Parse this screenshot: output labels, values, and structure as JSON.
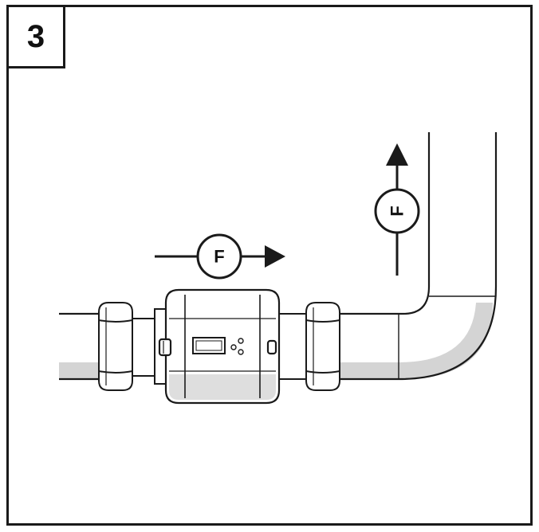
{
  "step": {
    "number": "3"
  },
  "flow": {
    "horizontal_label": "F",
    "vertical_label": "F"
  },
  "colors": {
    "line": "#1a1a1a",
    "pipe_shade": "#d4d4d4",
    "background": "#ffffff"
  },
  "icons": [
    "flow-arrow-right-icon",
    "flow-arrow-up-icon",
    "flow-meter-icon",
    "display-icon"
  ]
}
